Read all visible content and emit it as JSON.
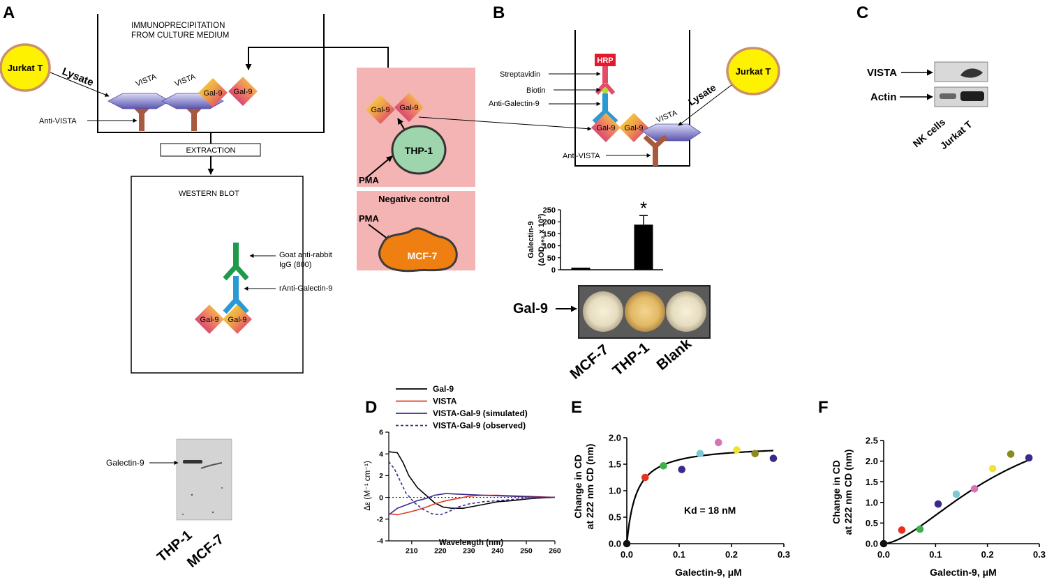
{
  "panels": {
    "a": "A",
    "b": "B",
    "c": "C",
    "d": "D",
    "e": "E",
    "f": "F"
  },
  "panel_a": {
    "ip_title_1": "IMMUNOPRECIPITATION",
    "ip_title_2": "FROM CULTURE MEDIUM",
    "cell": "Jurkat T",
    "lysate": "Lysate",
    "vista": "VISTA",
    "gal9": "Gal-9",
    "anti_vista": "Anti-VISTA",
    "extraction": "EXTRACTION",
    "western_blot": "WESTERN BLOT",
    "goat_1": "Goat anti-rabbit",
    "goat_2": "IgG (800)",
    "ranti": "rAnti-Galectin-9",
    "thp1": "THP-1",
    "pma": "PMA",
    "negative_control": "Negative control",
    "mcf7": "MCF-7",
    "blot_label": "Galectin-9",
    "lane_1": "THP-1",
    "lane_2": "MCF-7"
  },
  "panel_b": {
    "hrp": "HRP",
    "streptavidin": "Streptavidin",
    "biotin": "Biotin",
    "anti_galectin": "Anti-Galectin-9",
    "anti_vista": "Anti-VISTA",
    "vista": "VISTA",
    "gal9": "Gal-9",
    "cell": "Jurkat T",
    "lysate": "Lysate",
    "plate_label": "Gal-9",
    "lanes": [
      "MCF-7",
      "THP-1",
      "Blank"
    ]
  },
  "panel_c": {
    "vista": "VISTA",
    "actin": "Actin",
    "lanes": [
      "NK cells",
      "Jurkat T"
    ]
  },
  "chart_data": [
    {
      "id": "bar",
      "type": "bar",
      "ylabel_1": "Galectin-9",
      "ylabel_2": "(ΔOD₄₉₂ x 10³)",
      "ylim": [
        0,
        250
      ],
      "yticks": [
        0,
        50,
        100,
        150,
        200,
        250
      ],
      "categories": [
        "MCF-7",
        "THP-1",
        "Blank"
      ],
      "values": [
        8,
        188,
        0
      ],
      "errors": [
        0,
        38,
        0
      ],
      "significance": "*",
      "color": "#000000"
    },
    {
      "id": "D",
      "type": "line",
      "xlabel": "Wavelength (nm)",
      "ylabel": "Δε (M⁻¹ cm⁻¹)",
      "xlim": [
        202,
        260
      ],
      "ylim": [
        -4,
        6
      ],
      "xticks": [
        210,
        220,
        230,
        240,
        250,
        260
      ],
      "yticks": [
        -4,
        -2,
        0,
        2,
        4,
        6
      ],
      "series": [
        {
          "name": "Gal-9",
          "color": "#000000",
          "dash": "solid",
          "x": [
            202,
            205,
            207,
            209,
            212,
            215,
            218,
            221,
            224,
            228,
            232,
            236,
            240,
            245,
            250,
            255,
            260
          ],
          "y": [
            4.2,
            4.1,
            3.2,
            2.0,
            0.9,
            0.2,
            -0.5,
            -0.9,
            -1.0,
            -1.0,
            -0.8,
            -0.6,
            -0.4,
            -0.3,
            -0.15,
            -0.05,
            0
          ]
        },
        {
          "name": "VISTA",
          "color": "#e0391e",
          "dash": "solid",
          "x": [
            202,
            205,
            210,
            214,
            218,
            222,
            226,
            230,
            235,
            240,
            245,
            250,
            255,
            260
          ],
          "y": [
            -1.5,
            -1.6,
            -1.3,
            -1.0,
            -0.6,
            -0.3,
            -0.1,
            0.1,
            0.2,
            0.2,
            0.15,
            0.1,
            0.05,
            0
          ]
        },
        {
          "name": "VISTA-Gal-9 (simulated)",
          "color": "#3a2c8c",
          "dash": "solid",
          "x": [
            202,
            205,
            209,
            212,
            215,
            218,
            222,
            226,
            230,
            235,
            240,
            245,
            250,
            255,
            260
          ],
          "y": [
            -1.6,
            -1.0,
            -0.6,
            -0.3,
            -0.1,
            0.2,
            0.35,
            0.3,
            0.25,
            0.2,
            0.15,
            0.1,
            0.05,
            0.02,
            0
          ]
        },
        {
          "name": "VISTA-Gal-9 (observed)",
          "color": "#3a2c8c",
          "dash": "dashed",
          "x": [
            202,
            204,
            206,
            208,
            211,
            214,
            217,
            220,
            223,
            226,
            230,
            235,
            240,
            245,
            250,
            255,
            260
          ],
          "y": [
            3.3,
            2.6,
            1.5,
            0.4,
            -0.5,
            -1.1,
            -1.5,
            -1.6,
            -1.3,
            -0.9,
            -0.6,
            -0.4,
            -0.3,
            -0.2,
            -0.1,
            -0.05,
            0
          ]
        }
      ]
    },
    {
      "id": "E",
      "type": "scatter",
      "xlabel": "Galectin-9, μM",
      "ylabel_1": "Change in CD",
      "ylabel_2": "at 222 nm CD (nm)",
      "xlim": [
        0,
        0.3
      ],
      "ylim": [
        0,
        2.0
      ],
      "xticks": [
        0.0,
        0.1,
        0.2,
        0.3
      ],
      "yticks": [
        0.0,
        0.5,
        1.0,
        1.5,
        2.0
      ],
      "annotation": "Kd = 18 nM",
      "points": [
        {
          "x": 0.0,
          "y": 0.0,
          "color": "#111111"
        },
        {
          "x": 0.035,
          "y": 1.25,
          "color": "#e8321e"
        },
        {
          "x": 0.07,
          "y": 1.47,
          "color": "#3fb04c"
        },
        {
          "x": 0.105,
          "y": 1.4,
          "color": "#3b2a8c"
        },
        {
          "x": 0.14,
          "y": 1.7,
          "color": "#7cc8d6"
        },
        {
          "x": 0.175,
          "y": 1.91,
          "color": "#d873b8"
        },
        {
          "x": 0.21,
          "y": 1.77,
          "color": "#f2e13a"
        },
        {
          "x": 0.245,
          "y": 1.7,
          "color": "#8a8a1e"
        },
        {
          "x": 0.28,
          "y": 1.61,
          "color": "#3b2a8c"
        }
      ],
      "fit": {
        "model": "hyperbolic",
        "bmax": 1.87,
        "kd": 0.018
      }
    },
    {
      "id": "F",
      "type": "scatter",
      "xlabel": "Galectin-9, μM",
      "ylabel_1": "Change in CD",
      "ylabel_2": "at 222 nm CD (nm)",
      "xlim": [
        0,
        0.3
      ],
      "ylim": [
        0,
        2.5
      ],
      "xticks": [
        0.0,
        0.1,
        0.2,
        0.3
      ],
      "yticks": [
        0.0,
        0.5,
        1.0,
        1.5,
        2.0,
        2.5
      ],
      "points": [
        {
          "x": 0.0,
          "y": 0.0,
          "color": "#111111"
        },
        {
          "x": 0.035,
          "y": 0.33,
          "color": "#e8321e"
        },
        {
          "x": 0.07,
          "y": 0.35,
          "color": "#3fb04c"
        },
        {
          "x": 0.105,
          "y": 0.96,
          "color": "#3b2a8c"
        },
        {
          "x": 0.14,
          "y": 1.2,
          "color": "#7cc8d6"
        },
        {
          "x": 0.175,
          "y": 1.33,
          "color": "#d873b8"
        },
        {
          "x": 0.21,
          "y": 1.82,
          "color": "#f2e13a"
        },
        {
          "x": 0.245,
          "y": 2.17,
          "color": "#8a8a1e"
        },
        {
          "x": 0.28,
          "y": 2.08,
          "color": "#3b2a8c"
        }
      ],
      "fit": {
        "model": "sigmoidal",
        "bmax": 3.6,
        "k": 0.24,
        "n": 1.65
      }
    }
  ]
}
